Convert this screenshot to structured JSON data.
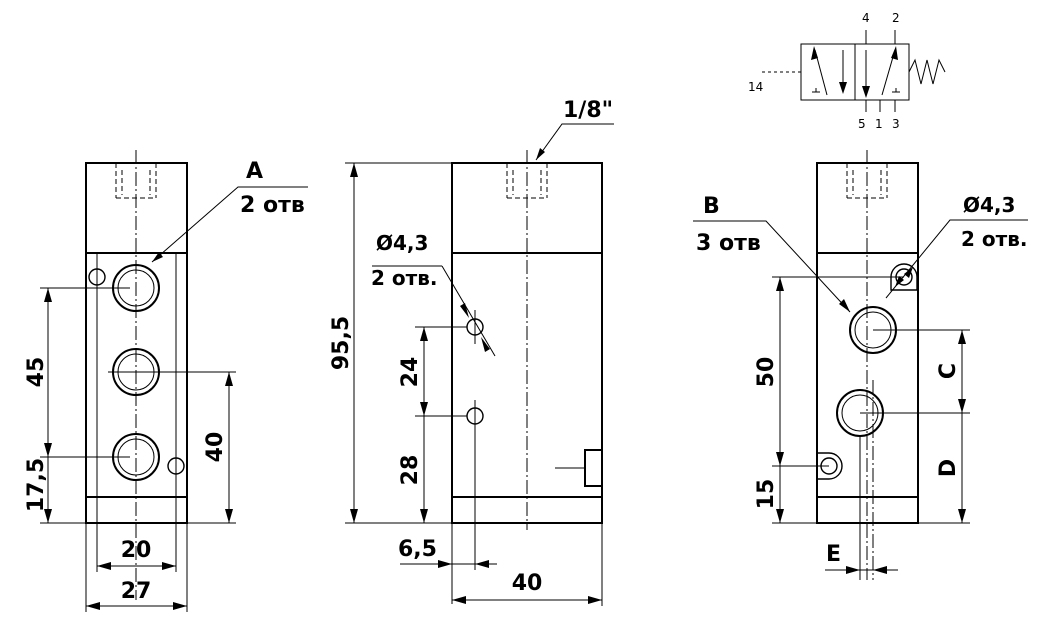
{
  "left_view": {
    "callout_letter": "A",
    "callout_count": "2 отв",
    "dim_pitch": "45",
    "dim_bottom": "17,5",
    "dim_height": "40",
    "dim_inner_width": "20",
    "dim_outer_width": "27"
  },
  "middle_view": {
    "thread_label": "1/8\"",
    "hole_diameter": "Ø4,3",
    "hole_count": "2 отв.",
    "dim_total_height": "95,5",
    "dim_hole_pitch": "24",
    "dim_hole_offset": "28",
    "dim_edge_offset": "6,5",
    "dim_width": "40"
  },
  "right_view": {
    "callout_letter": "B",
    "callout_count": "3 отв",
    "hole_diameter": "Ø4,3",
    "hole_count": "2 отв.",
    "dim_pitch": "50",
    "dim_bottom": "15",
    "dim_c": "C",
    "dim_d": "D",
    "dim_e": "E"
  },
  "symbol": {
    "port_4": "4",
    "port_2": "2",
    "port_14": "14",
    "port_5": "5",
    "port_1": "1",
    "port_3": "3"
  }
}
